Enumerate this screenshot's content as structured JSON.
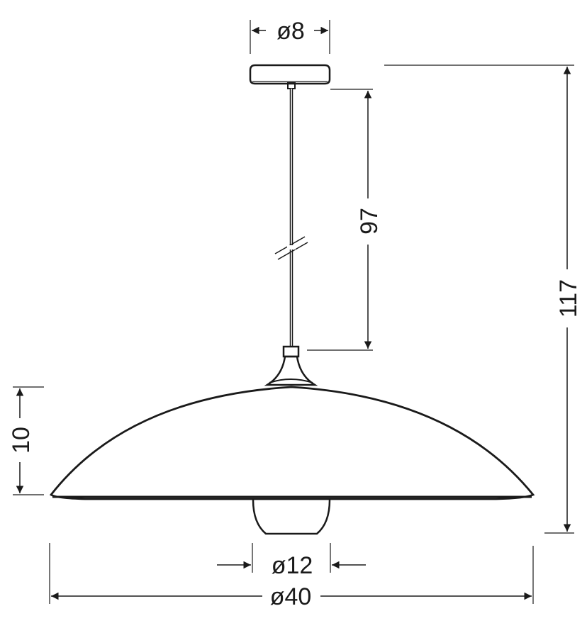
{
  "dimensions": {
    "canopy_diameter": "ø8",
    "cable_length": "97",
    "total_height": "117",
    "shade_height": "10",
    "diffuser_diameter": "ø12",
    "shade_diameter": "ø40"
  },
  "colors": {
    "line": "#1a1a1a",
    "background": "#ffffff"
  }
}
